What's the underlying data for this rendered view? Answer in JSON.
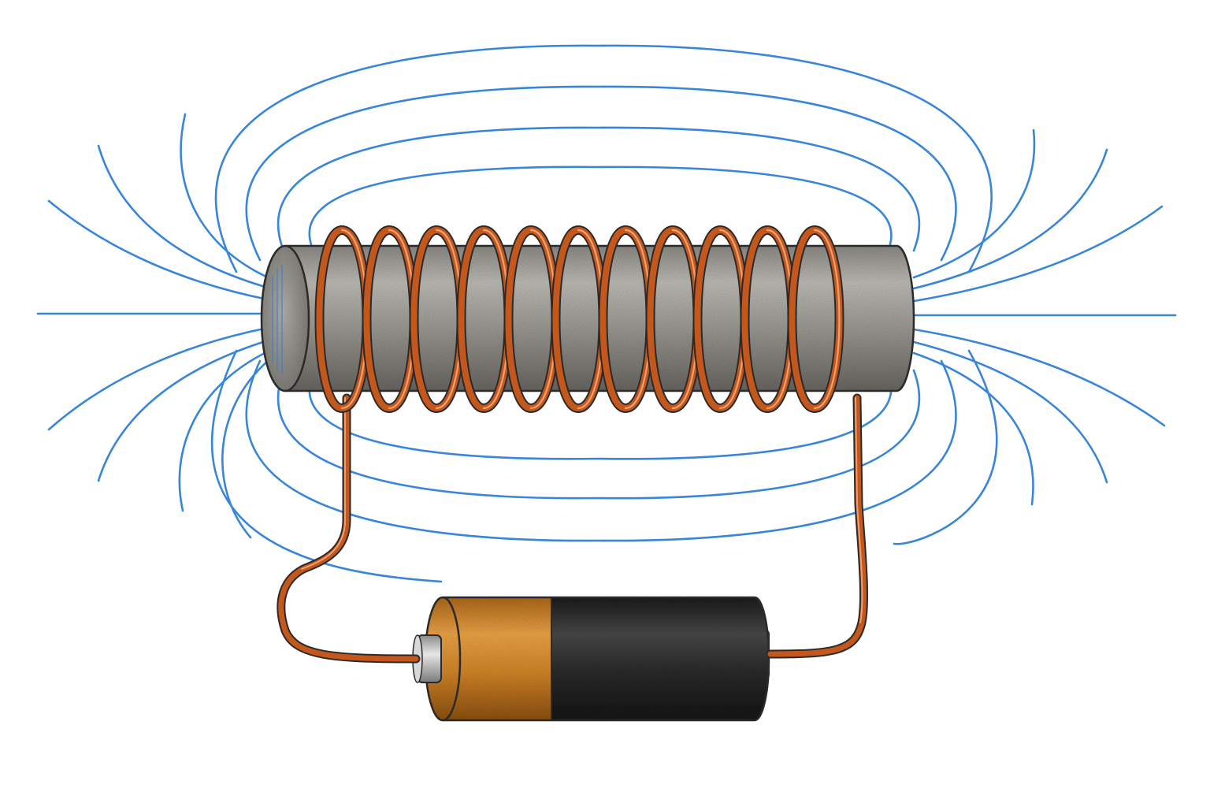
{
  "diagram": {
    "subject": "electromagnet",
    "components": [
      "iron-core",
      "copper-coil",
      "battery",
      "connecting-wire",
      "magnetic-field-lines"
    ],
    "coil_turns": 11,
    "field_line_loops_above": 4,
    "field_line_loops_below": 4,
    "fan_lines_per_end": 5,
    "colors": {
      "background": "#ffffff",
      "field_line": "#2f7fd6",
      "copper": "#c4571c",
      "copper_highlight": "#f0a070",
      "core_light": "#b4b2ac",
      "core_dark": "#6f6d68",
      "battery_gold": "#d98a2a",
      "battery_black": "#2a2a2a",
      "terminal_silver": "#c8c8c8",
      "outline": "#2a2a2a"
    }
  }
}
